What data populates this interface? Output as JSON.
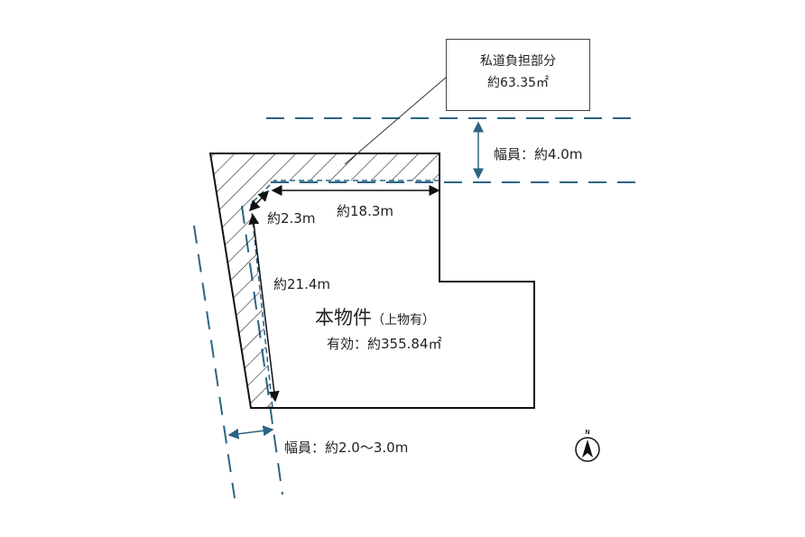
{
  "callout": {
    "title": "私道負担部分",
    "area": "約63.35㎡"
  },
  "labels": {
    "road_north_width": "幅員：約4.0m",
    "dim_top": "約18.3m",
    "dim_corner": "約2.3m",
    "dim_left": "約21.4m",
    "property_name": "本物件",
    "property_note": "（上物有）",
    "effective_area": "有効：約355.84㎡",
    "road_west_width": "幅員：約2.0〜3.0m"
  },
  "compass": {
    "letter": "N"
  },
  "colors": {
    "road_line": "#2b6583",
    "outline": "#111111",
    "arrow": "#2b6583"
  }
}
